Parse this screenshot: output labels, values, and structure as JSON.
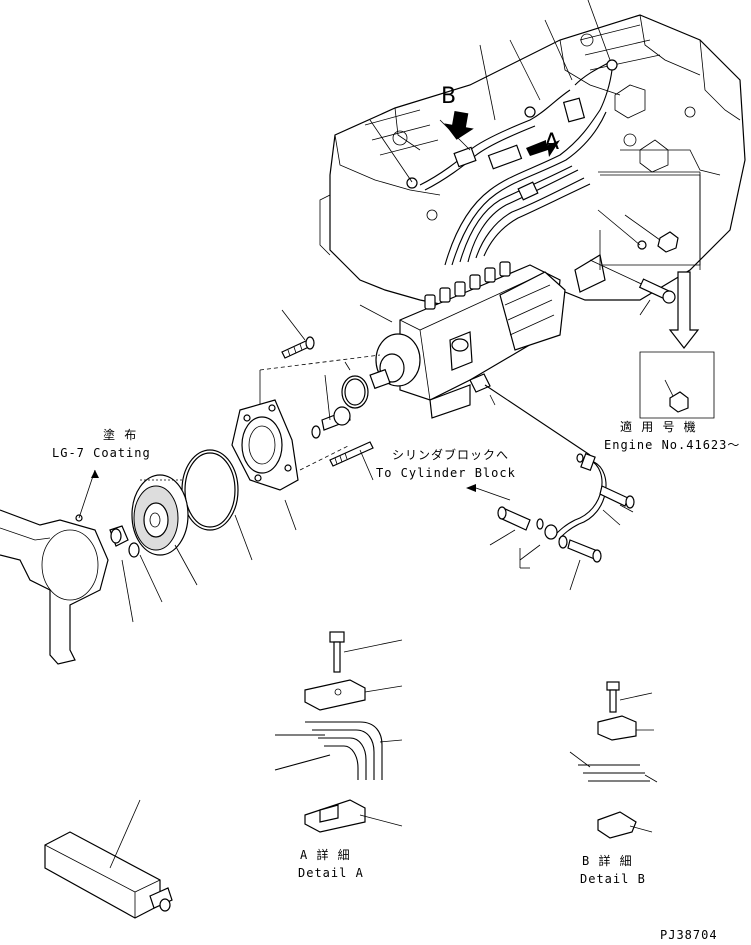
{
  "labels": {
    "coating_jp": "塗 布",
    "coating_en": "LG-7 Coating",
    "cylinder_jp": "シリンダブロックへ",
    "cylinder_en": "To Cylinder Block",
    "applicable_jp": "適 用 号 機",
    "applicable_en": "Engine No.41623～",
    "arrow_a": "A",
    "arrow_b": "B",
    "detail_a_jp": "A 詳 細",
    "detail_a_en": "Detail A",
    "detail_b_jp": "B 詳 細",
    "detail_b_en": "Detail B",
    "drawing_no": "PJ38704"
  }
}
